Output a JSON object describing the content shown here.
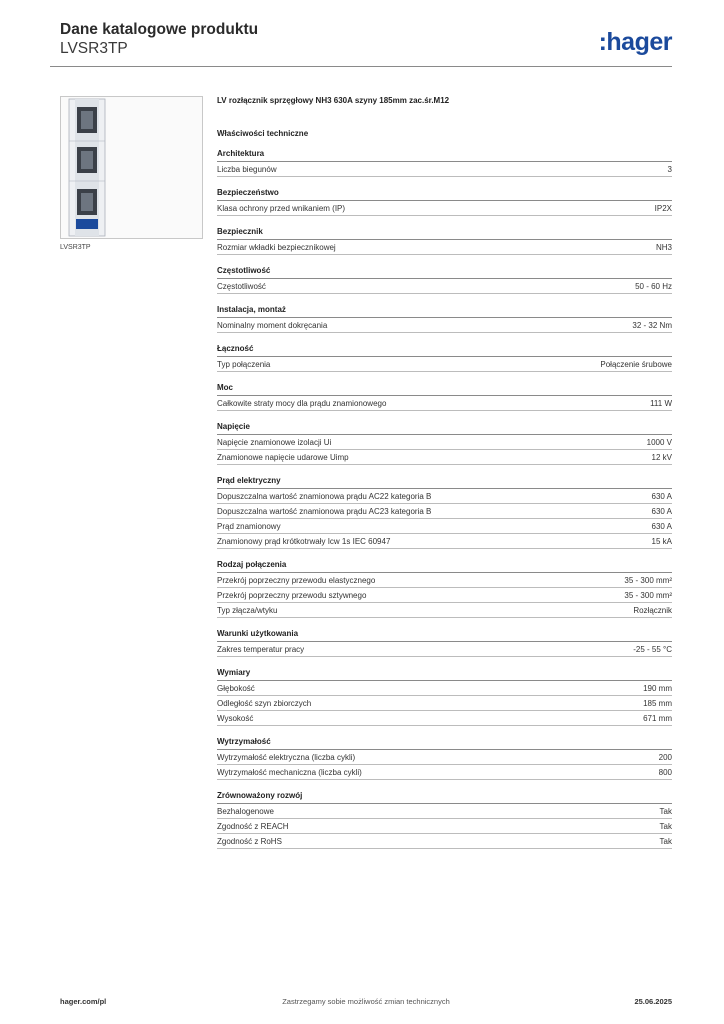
{
  "header": {
    "title": "Dane katalogowe produktu",
    "subtitle": "LVSR3TP",
    "logo_text": "hager",
    "brand_color": "#1b4a9c"
  },
  "product": {
    "image_caption": "LVSR3TP",
    "description": "LV rozłącznik sprzęgłowy NH3 630A szyny 185mm zac.śr.M12"
  },
  "section_title": "Właściwości techniczne",
  "groups": [
    {
      "title": "Architektura",
      "rows": [
        {
          "label": "Liczba biegunów",
          "value": "3"
        }
      ]
    },
    {
      "title": "Bezpieczeństwo",
      "rows": [
        {
          "label": "Klasa ochrony przed wnikaniem (IP)",
          "value": "IP2X"
        }
      ]
    },
    {
      "title": "Bezpiecznik",
      "rows": [
        {
          "label": "Rozmiar wkładki bezpiecznikowej",
          "value": "NH3"
        }
      ]
    },
    {
      "title": "Częstotliwość",
      "rows": [
        {
          "label": "Częstotliwość",
          "value": "50 - 60 Hz"
        }
      ]
    },
    {
      "title": "Instalacja, montaż",
      "rows": [
        {
          "label": "Nominalny moment dokręcania",
          "value": "32 - 32 Nm"
        }
      ]
    },
    {
      "title": "Łączność",
      "rows": [
        {
          "label": "Typ połączenia",
          "value": "Połączenie śrubowe"
        }
      ]
    },
    {
      "title": "Moc",
      "rows": [
        {
          "label": "Całkowite straty mocy dla prądu znamionowego",
          "value": "111 W"
        }
      ]
    },
    {
      "title": "Napięcie",
      "rows": [
        {
          "label": "Napięcie znamionowe izolacji Ui",
          "value": "1000 V"
        },
        {
          "label": "Znamionowe napięcie udarowe Uimp",
          "value": "12 kV"
        }
      ]
    },
    {
      "title": "Prąd elektryczny",
      "rows": [
        {
          "label": "Dopuszczalna wartość znamionowa prądu AC22 kategoria B",
          "value": "630 A"
        },
        {
          "label": "Dopuszczalna wartość znamionowa prądu AC23 kategoria B",
          "value": "630 A"
        },
        {
          "label": "Prąd znamionowy",
          "value": "630 A"
        },
        {
          "label": "Znamionowy prąd krótkotrwały Icw 1s IEC 60947",
          "value": "15 kA"
        }
      ]
    },
    {
      "title": "Rodzaj połączenia",
      "rows": [
        {
          "label": "Przekrój poprzeczny przewodu elastycznego",
          "value": "35 - 300 mm²"
        },
        {
          "label": "Przekrój poprzeczny przewodu sztywnego",
          "value": "35 - 300 mm²"
        },
        {
          "label": "Typ złącza/wtyku",
          "value": "Rozłącznik"
        }
      ]
    },
    {
      "title": "Warunki użytkowania",
      "rows": [
        {
          "label": "Zakres temperatur pracy",
          "value": "-25 - 55 °C"
        }
      ]
    },
    {
      "title": "Wymiary",
      "rows": [
        {
          "label": "Głębokość",
          "value": "190 mm"
        },
        {
          "label": "Odległość szyn zbiorczych",
          "value": "185 mm"
        },
        {
          "label": "Wysokość",
          "value": "671 mm"
        }
      ]
    },
    {
      "title": "Wytrzymałość",
      "rows": [
        {
          "label": "Wytrzymałość elektryczna (liczba cykli)",
          "value": "200"
        },
        {
          "label": "Wytrzymałość mechaniczna (liczba cykli)",
          "value": "800"
        }
      ]
    },
    {
      "title": "Zrównoważony rozwój",
      "rows": [
        {
          "label": "Bezhalogenowe",
          "value": "Tak"
        },
        {
          "label": "Zgodność z REACH",
          "value": "Tak"
        },
        {
          "label": "Zgodność z RoHS",
          "value": "Tak"
        }
      ]
    }
  ],
  "footer": {
    "website": "hager.com/pl",
    "disclaimer": "Zastrzegamy sobie możliwość zmian technicznych",
    "date": "25.06.2025"
  }
}
